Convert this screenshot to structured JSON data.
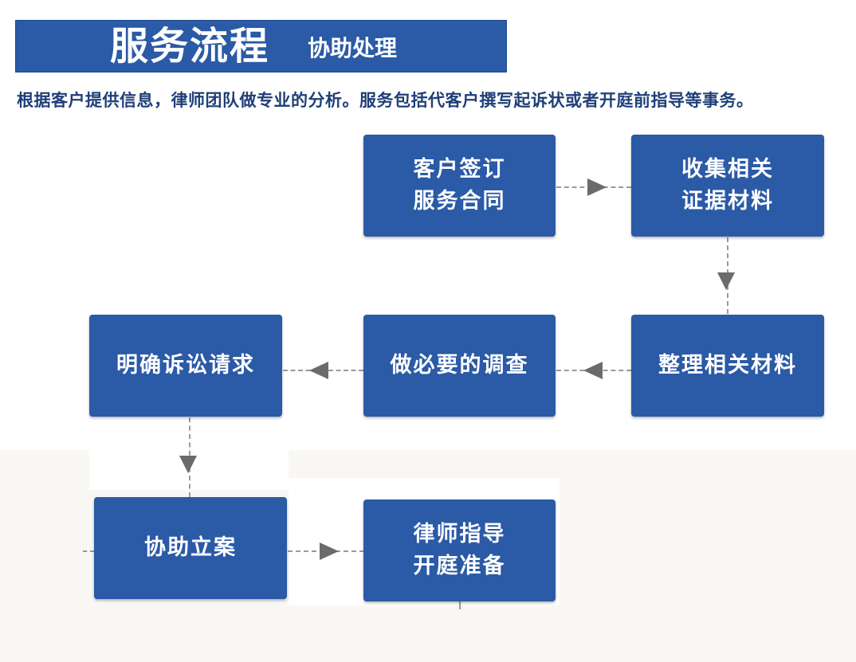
{
  "header": {
    "title": "服务流程",
    "subtitle": "协助处理"
  },
  "intro": "根据客户提供信息，律师团队做专业的分析。服务包括代客户撰写起诉状或者开庭前指导等事务。",
  "steps": [
    {
      "label": "客户签订\n服务合同"
    },
    {
      "label": "收集相关\n证据材料"
    },
    {
      "label": "整理相关材料"
    },
    {
      "label": "做必要的调查"
    },
    {
      "label": "明确诉讼请求"
    },
    {
      "label": "协助立案"
    },
    {
      "label": "律师指导\n开庭准备"
    }
  ],
  "colors": {
    "box": "#2b5aa6",
    "text": "#1f3f78",
    "connector": "#9a9a9a",
    "arrowhead": "#6b6b6b"
  }
}
